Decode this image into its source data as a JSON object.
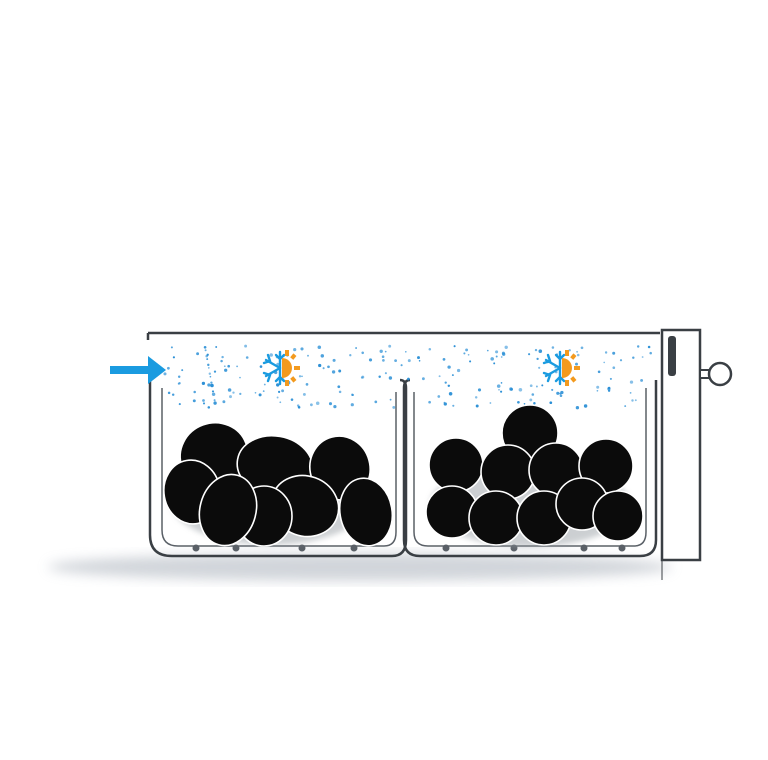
{
  "diagram": {
    "colors": {
      "background": "#ffffff",
      "tray_outline": "#3a3f44",
      "tray_fill": "#ffffff",
      "inner_wall": "#4a4f55",
      "shadow": "#c9ced4",
      "airflow_arrow": "#1a9be0",
      "particles": "#2a8fd6",
      "stone_fill": "#0b0b0b",
      "stone_stroke": "#ffffff",
      "snowflake": "#1a9be0",
      "sun": "#f39a1e"
    },
    "icons": {
      "inlet": "arrow-right-icon",
      "climate_left": "snow-sun-icon",
      "climate_right": "snow-sun-icon",
      "valve": "valve-knob-icon"
    },
    "compartments": [
      {
        "name": "left",
        "contents": "oval-stones"
      },
      {
        "name": "right",
        "contents": "round-stones"
      }
    ]
  }
}
